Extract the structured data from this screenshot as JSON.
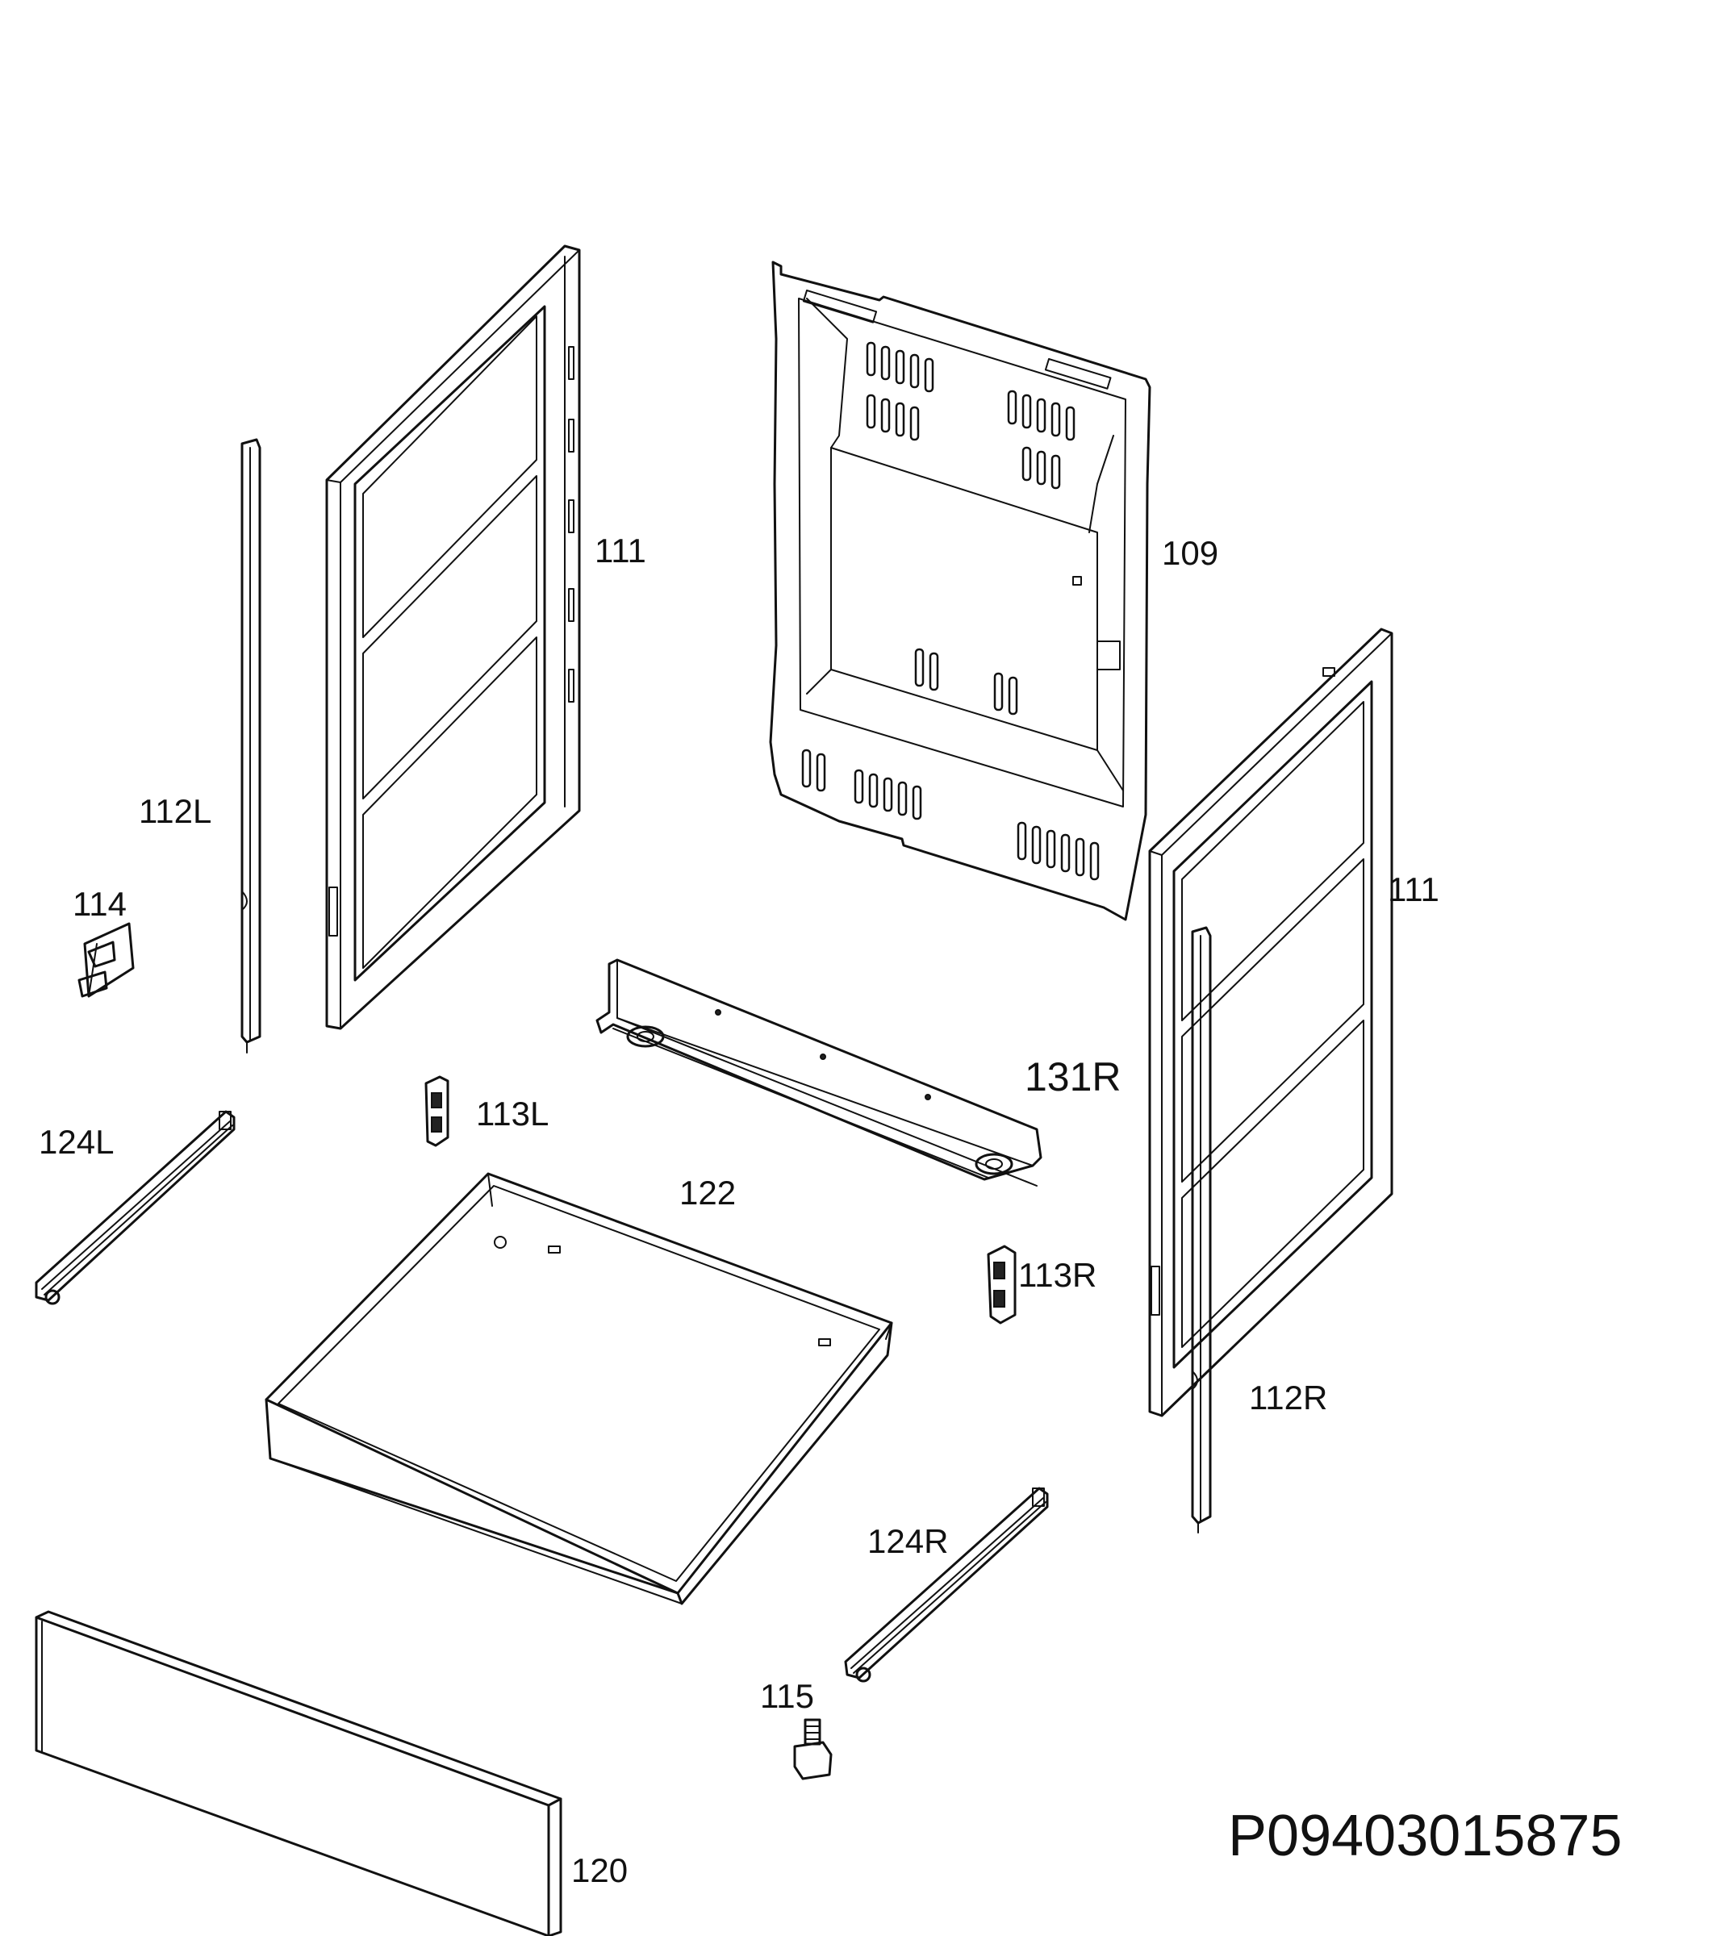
{
  "labels": {
    "p111_left": "111",
    "p109": "109",
    "p111_right": "111",
    "p112L": "112L",
    "p114": "114",
    "p131R": "131R",
    "p113L": "113L",
    "p124L": "124L",
    "p122": "122",
    "p113R": "113R",
    "p112R": "112R",
    "p124R": "124R",
    "p115": "115",
    "p120": "120"
  },
  "diagram_code": "P09403015875"
}
